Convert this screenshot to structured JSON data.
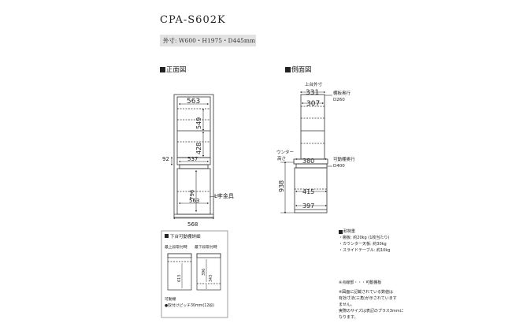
{
  "model": "CPA-S602K",
  "outer_dimensions": "外寸: W600・H1975・D445mm",
  "front_title": "正面図",
  "side_title": "側面図",
  "front": {
    "w_top": "563",
    "h_549": "549",
    "h_428": "428",
    "w_537": "537",
    "h_92": "92",
    "h_796": "796",
    "w_563b": "563",
    "w_568": "568",
    "l_bracket": "L字金具"
  },
  "side": {
    "top_outer_label": "上台外寸",
    "d_331": "331",
    "d_307": "307",
    "shelf_depth_label": "棚板奥行",
    "shelf_depth_value": "D260",
    "counter_label": "ウンター",
    "counter_height_label": "高さ",
    "d_380": "380",
    "h_938": "938",
    "d_415": "415",
    "d_397": "397",
    "movable_depth_label": "可動棚奥行",
    "movable_depth_value": "D400"
  },
  "detail": {
    "title": "下台可動棚詳細",
    "col1": "最上段取付時",
    "col2": "最下段取付時",
    "v1": "613",
    "v2": "396",
    "v3": "343",
    "movable_label": "可動棚",
    "movable_note": "●取付けピッチ30mm(12段)"
  },
  "load": {
    "title": "耐荷重",
    "items": [
      "・棚板: 約20kg (1枚当たり)",
      "・カウンター天板: 約30kg",
      "・スライドテーブル: 約10kg"
    ]
  },
  "legend": "※点線部・・・可動棚板",
  "footnote": [
    "※図面に記載されている数値は",
    "有効寸法(三角)が示されています",
    "ません。",
    "実際のサイズは表記のプラス3mmに",
    "なります。"
  ]
}
